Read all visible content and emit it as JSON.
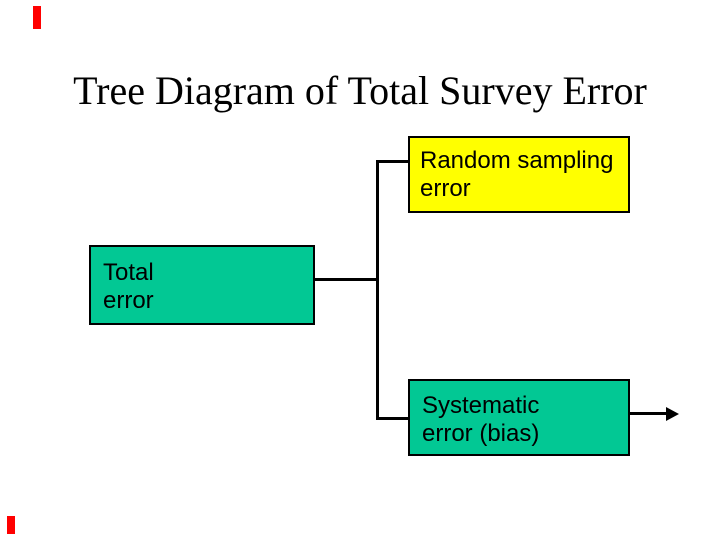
{
  "title": "Tree Diagram of Total Survey Error",
  "diagram": {
    "type": "tree",
    "nodes": {
      "total": {
        "lines": [
          "Total",
          "error"
        ],
        "fill": "#02C894"
      },
      "random": {
        "lines": [
          "Random sampling",
          "error"
        ],
        "fill": "#FFFF00"
      },
      "systematic": {
        "lines": [
          "Systematic",
          "error (bias)"
        ],
        "fill": "#02C894"
      }
    },
    "edges": [
      {
        "from": "Total error",
        "to": "Random sampling error"
      },
      {
        "from": "Total error",
        "to": "Systematic error (bias)"
      }
    ],
    "connector_color": "#000000",
    "arrow": {
      "direction": "right",
      "from": "Systematic error (bias)"
    }
  },
  "markers": {
    "color": "#FF0000"
  }
}
